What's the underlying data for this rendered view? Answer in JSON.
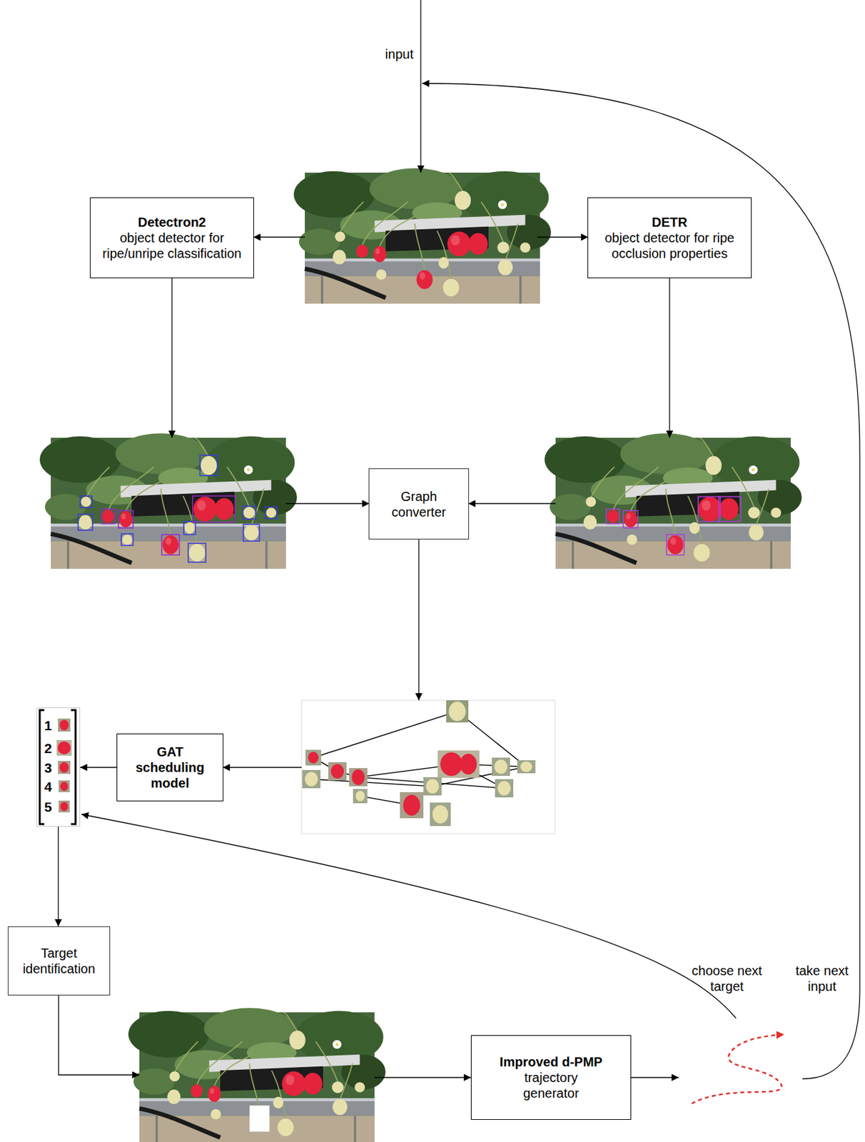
{
  "diagram": {
    "nodes": [
      {
        "text": [
          "Detectron2",
          "object detector for ripe/unripe classification"
        ]
      },
      {
        "text": [
          "DETR",
          "object detector for ripe occlusion properties"
        ]
      },
      {
        "text": [
          "Graph converter"
        ]
      },
      {
        "text": [
          "1",
          "2",
          "3",
          "4",
          "5"
        ]
      },
      {
        "text": [
          "GAT scheduling model"
        ]
      },
      {
        "text": [
          "Target identification"
        ]
      },
      {
        "text": [
          "Improved d-PMP",
          "trajectory generator"
        ]
      }
    ],
    "edges": [
      {
        "from": 4,
        "to": 3,
        "arrow": "to"
      },
      {
        "from": 3,
        "to": 5,
        "arrow": "to"
      }
    ],
    "labels": [
      "input",
      "choose next target",
      "take next input"
    ]
  }
}
